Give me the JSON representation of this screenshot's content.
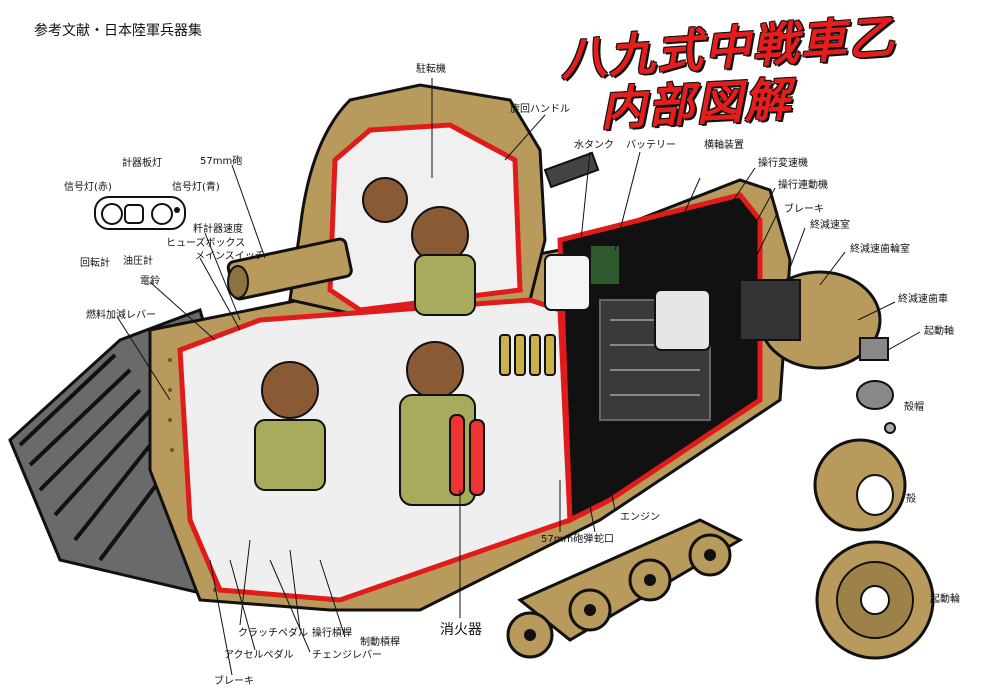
{
  "source": "参考文献・日本陸軍兵器集",
  "title_line1": "八九式中戦車乙",
  "title_line2": "内部図解",
  "labels": {
    "parking_brake": "駐転機",
    "turret_handle": "旋回ハンドル",
    "water_tank": "水タンク",
    "battery": "バッテリー",
    "traverse_gear": "横軸装置",
    "steering_gear": "操行変速機",
    "steering_link": "操行連動機",
    "brake_upper": "ブレーキ",
    "final_reduction_chamber": "終減速室",
    "final_gear_chamber": "終減速歯輪室",
    "final_gear": "終減速歯車",
    "drive_shaft": "起動軸",
    "hub_cap": "殻帽",
    "hub": "殻",
    "sprocket": "起動輪",
    "gun_57": "57mm砲",
    "instrument_light": "計器板灯",
    "signal_red": "信号灯(赤)",
    "signal_blue": "信号灯(青)",
    "speedometer": "粁計器速度",
    "fuse_box": "ヒューズボックス",
    "main_switch": "メインスイッチ",
    "tachometer": "回転計",
    "oil_pressure": "油圧計",
    "bell": "電鈴",
    "fuel_lever": "燃料加減レバー",
    "engine": "エンジン",
    "shell_57": "57mm砲弾",
    "muzzle": "蛇口",
    "extinguisher": "消火器",
    "clutch_pedal": "クラッチペダル",
    "accel_pedal": "アクセルペダル",
    "steer_lever": "操行槓桿",
    "change_lever": "チェンジレバー",
    "brake_lever": "制動槓桿",
    "brake_lower": "ブレーキ"
  },
  "colors": {
    "hull": "#b79a5c",
    "hull_dark": "#8a7340",
    "interior_red": "#e01b1b",
    "title_red": "#e51d1d",
    "track": "#5a5a5a",
    "uniform": "#a8ab5b",
    "helmet": "#8a5a35",
    "metal": "#dcdcdc",
    "black": "#111111"
  }
}
